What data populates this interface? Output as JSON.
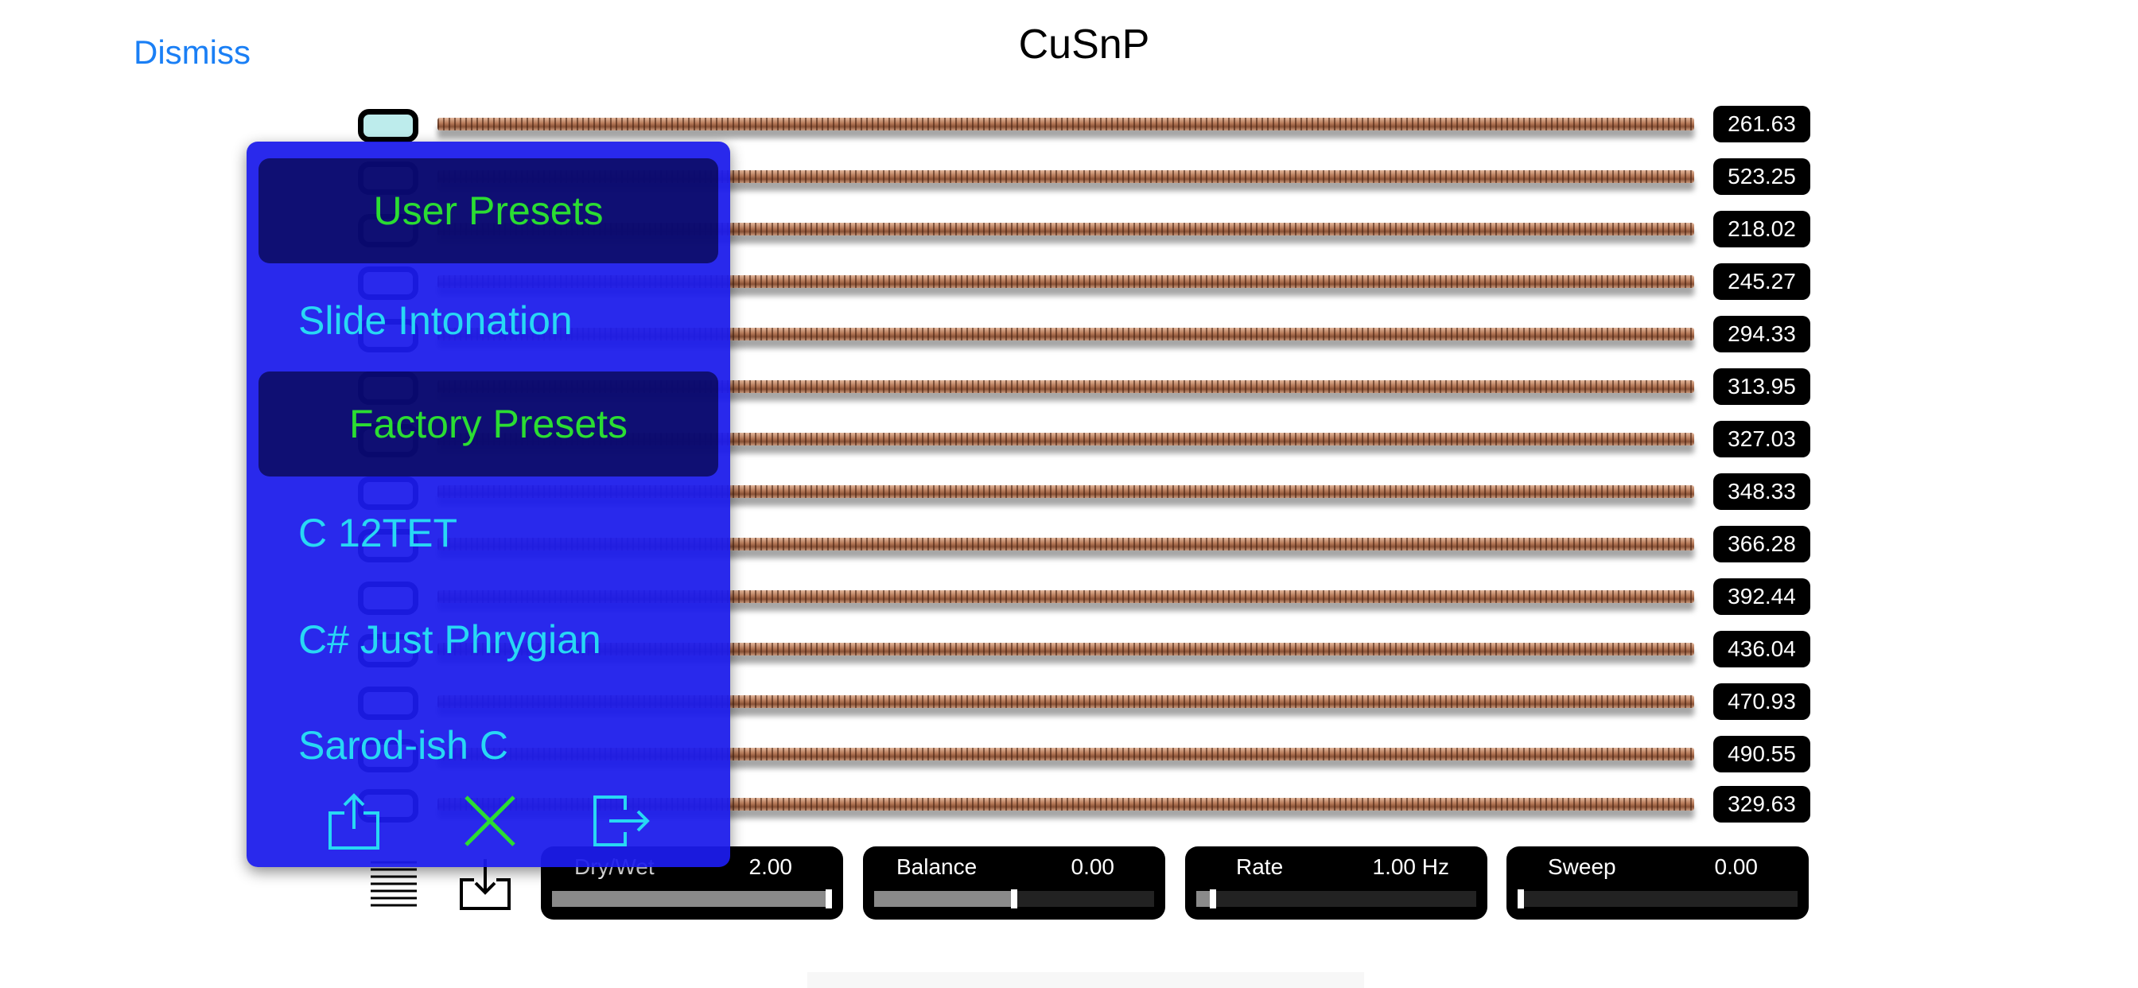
{
  "header": {
    "dismiss_label": "Dismiss",
    "title": "CuSnP"
  },
  "strings": [
    {
      "freq": "261.63",
      "active": true
    },
    {
      "freq": "523.25",
      "active": false
    },
    {
      "freq": "218.02",
      "active": false
    },
    {
      "freq": "245.27",
      "active": false
    },
    {
      "freq": "294.33",
      "active": false
    },
    {
      "freq": "313.95",
      "active": false
    },
    {
      "freq": "327.03",
      "active": false
    },
    {
      "freq": "348.33",
      "active": false
    },
    {
      "freq": "366.28",
      "active": false
    },
    {
      "freq": "392.44",
      "active": false
    },
    {
      "freq": "436.04",
      "active": false
    },
    {
      "freq": "470.93",
      "active": false
    },
    {
      "freq": "490.55",
      "active": false
    },
    {
      "freq": "329.63",
      "active": false
    }
  ],
  "effects": {
    "drywet": {
      "label": "Dry/Wet",
      "value": "2.00",
      "fraction": 1.0
    },
    "balance": {
      "label": "Balance",
      "value": "0.00",
      "fraction": 0.5
    },
    "rate": {
      "label": "Rate",
      "value": "1.00 Hz",
      "fraction": 0.05
    },
    "sweep": {
      "label": "Sweep",
      "value": "0.00",
      "fraction": 0.0
    }
  },
  "presets": {
    "user_header": "User Presets",
    "user_items": [
      "Slide Intonation"
    ],
    "factory_header": "Factory Presets",
    "factory_items": [
      "C 12TET",
      "C# Just Phrygian",
      "Sarod-ish C"
    ]
  },
  "icons": {
    "share": "share-icon",
    "delete": "close-icon",
    "load": "import-icon",
    "list": "list-icon",
    "save": "download-icon"
  },
  "colors": {
    "accent_link": "#1a7ff5",
    "popover_bg": "#1c1ceb",
    "preset_text": "#28d8f4",
    "header_text": "#2bdd32"
  }
}
